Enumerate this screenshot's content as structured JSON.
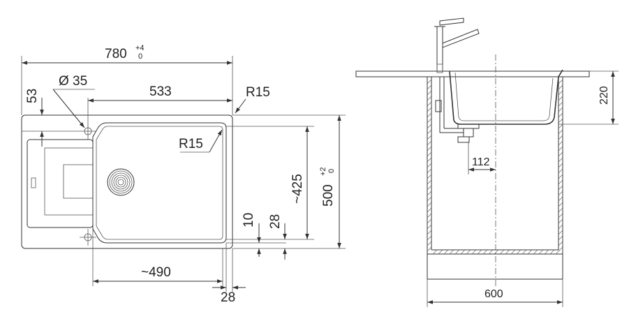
{
  "top_view": {
    "overall_width": {
      "value": "780",
      "tol_upper": "+4",
      "tol_lower": "0"
    },
    "hole_offset": "53",
    "hole_diameter": "Ø 35",
    "bowl_width": "533",
    "radius_outer": "R15",
    "radius_inner": "R15",
    "bowl_depth": "~425",
    "overall_depth": {
      "value": "500",
      "tol_upper": "+2",
      "tol_lower": "0"
    },
    "edge_offset_a": "10",
    "edge_offset_b": "28",
    "drainer_width": "~490",
    "right_margin": "28"
  },
  "side_view": {
    "bowl_height": "220",
    "drain_offset": "112",
    "cabinet_width": "600"
  },
  "colors": {
    "line": "#333333",
    "text": "#222222",
    "background": "#ffffff"
  }
}
